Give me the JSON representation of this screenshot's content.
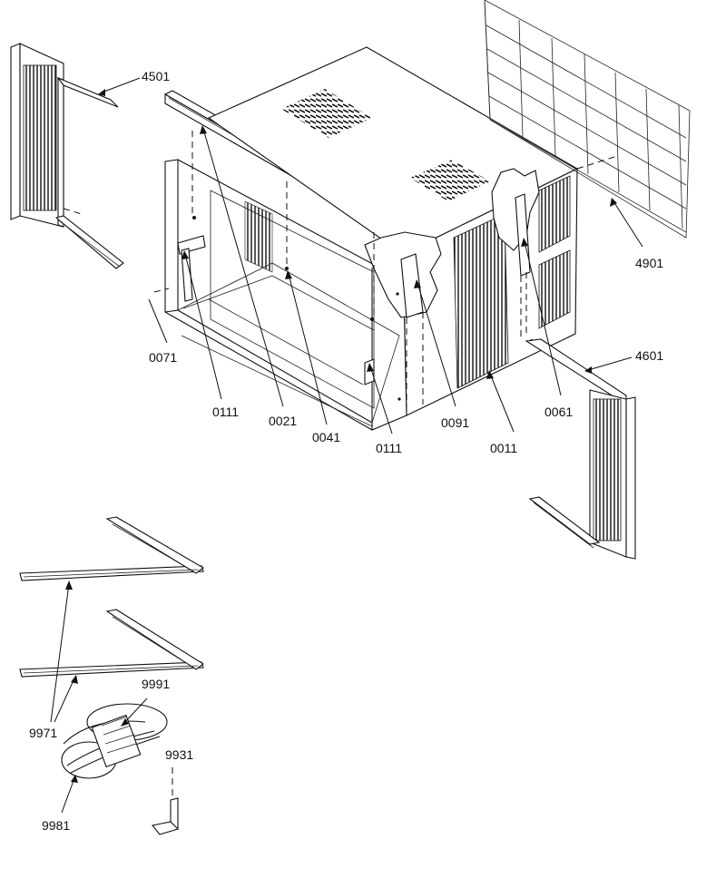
{
  "diagram": {
    "part_labels": {
      "p4501": "4501",
      "p4901": "4901",
      "p4601": "4601",
      "p0071": "0071",
      "p0111a": "0111",
      "p0021": "0021",
      "p0041": "0041",
      "p0111b": "0111",
      "p0091": "0091",
      "p0011": "0011",
      "p0061": "0061",
      "p9991": "9991",
      "p9971": "9971",
      "p9931": "9931",
      "p9981": "9981"
    }
  }
}
